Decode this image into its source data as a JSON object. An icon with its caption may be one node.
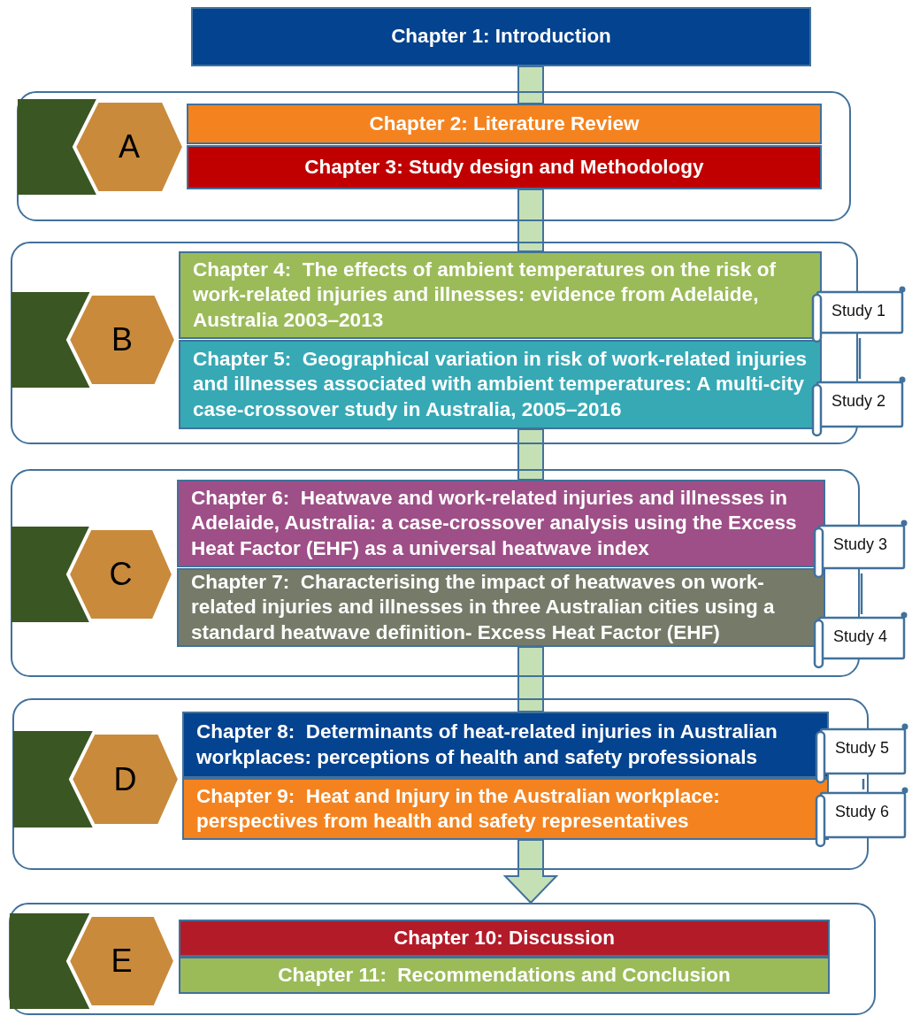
{
  "diagram": {
    "nodes": [
      {
        "text": [
          "Chapter 1: Introduction"
        ]
      },
      {
        "text": [],
        "shape": "box"
      },
      {
        "text": [
          "A"
        ],
        "in": 1
      },
      {
        "text": [
          "Chapter 2: Literature Review"
        ],
        "in": 1
      },
      {
        "text": [
          "Chapter 3: Study design and Methodology"
        ],
        "in": 1
      },
      {
        "text": [],
        "shape": "box"
      },
      {
        "text": [
          "B"
        ],
        "in": 5
      },
      {
        "text": [
          "Chapter 4:  The effects of ambient temperatures on the risk of work-related injuries and illnesses: evidence from Adelaide, Australia 2003–2013"
        ],
        "in": 5
      },
      {
        "text": [
          "Chapter 5:  Geographical variation in risk of work-related injuries and illnesses associated with ambient temperatures: A multi-city case-crossover study in Australia, 2005–2016"
        ],
        "in": 5
      },
      {
        "text": [
          "Study 1"
        ]
      },
      {
        "text": [
          "Study 2"
        ]
      },
      {
        "text": [],
        "shape": "box"
      },
      {
        "text": [
          "C"
        ],
        "in": 11
      },
      {
        "text": [
          "Chapter 6:  Heatwave and work-related injuries and illnesses in Adelaide, Australia: a case-crossover analysis using the Excess Heat Factor (EHF) as a universal heatwave index"
        ],
        "in": 11
      },
      {
        "text": [
          "Chapter 7:  Characterising the impact of heatwaves on work-related injuries and illnesses in three Australian cities using a standard heatwave definition- Excess Heat Factor (EHF)"
        ],
        "in": 11
      },
      {
        "text": [
          "Study 3"
        ]
      },
      {
        "text": [
          "Study 4"
        ]
      },
      {
        "text": [],
        "shape": "box"
      },
      {
        "text": [
          "D"
        ],
        "in": 17
      },
      {
        "text": [
          "Chapter 8:  Determinants of heat-related injuries in Australian workplaces: perceptions of health and safety professionals"
        ],
        "in": 17
      },
      {
        "text": [
          "Chapter 9:  Heat and Injury in the Australian workplace: perspectives from health and safety representatives"
        ],
        "in": 17
      },
      {
        "text": [
          "Study 5"
        ]
      },
      {
        "text": [
          "Study 6"
        ]
      },
      {
        "text": [],
        "shape": "box"
      },
      {
        "text": [
          "E"
        ],
        "in": 23
      },
      {
        "text": [
          "Chapter 10: Discussion"
        ],
        "in": 23
      },
      {
        "text": [
          "Chapter 11:  Recommendations and Conclusion"
        ],
        "in": 23
      }
    ],
    "edges": [
      {
        "from": 0,
        "to": 3,
        "arrow": "none",
        "style": "thick",
        "color": "#c5e0b4"
      },
      {
        "from": 4,
        "to": 7,
        "arrow": "none",
        "style": "thick",
        "color": "#c5e0b4"
      },
      {
        "from": 8,
        "to": 13,
        "arrow": "none",
        "style": "thick",
        "color": "#c5e0b4"
      },
      {
        "from": 14,
        "to": 19,
        "arrow": "none",
        "style": "thick",
        "color": "#c5e0b4"
      },
      {
        "from": 20,
        "to": 23,
        "arrow": "to",
        "style": "thick",
        "color": "#c5e0b4"
      },
      {
        "from": 9,
        "to": 10,
        "arrow": "none"
      },
      {
        "from": 15,
        "to": 16,
        "arrow": "none"
      },
      {
        "from": 21,
        "to": 22,
        "arrow": "none"
      }
    ]
  }
}
